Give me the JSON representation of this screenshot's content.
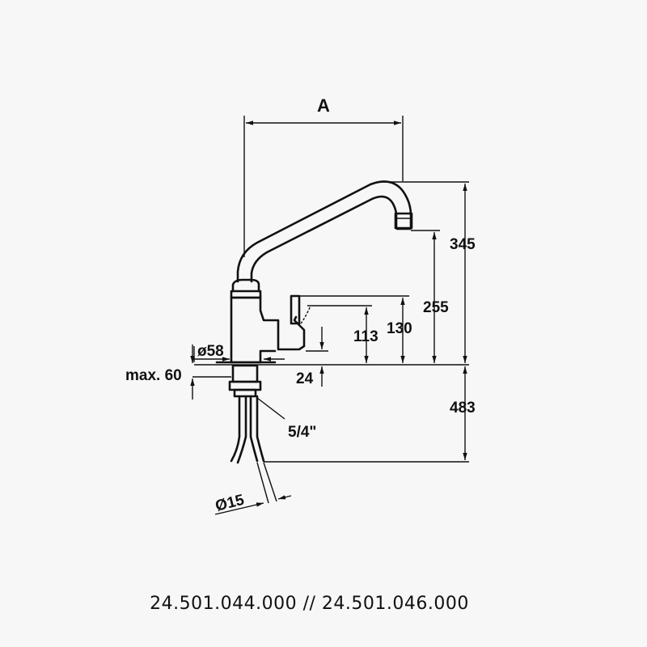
{
  "drawing": {
    "labels": {
      "a": "A",
      "h345": "345",
      "h255": "255",
      "h130": "130",
      "h113": "113",
      "h24": "24",
      "h483": "483",
      "d58": "ø58",
      "max60": "max. 60",
      "thread": "5/4\"",
      "d15": "Ø15"
    }
  },
  "caption": "24.501.044.000 // 24.501.046.000"
}
